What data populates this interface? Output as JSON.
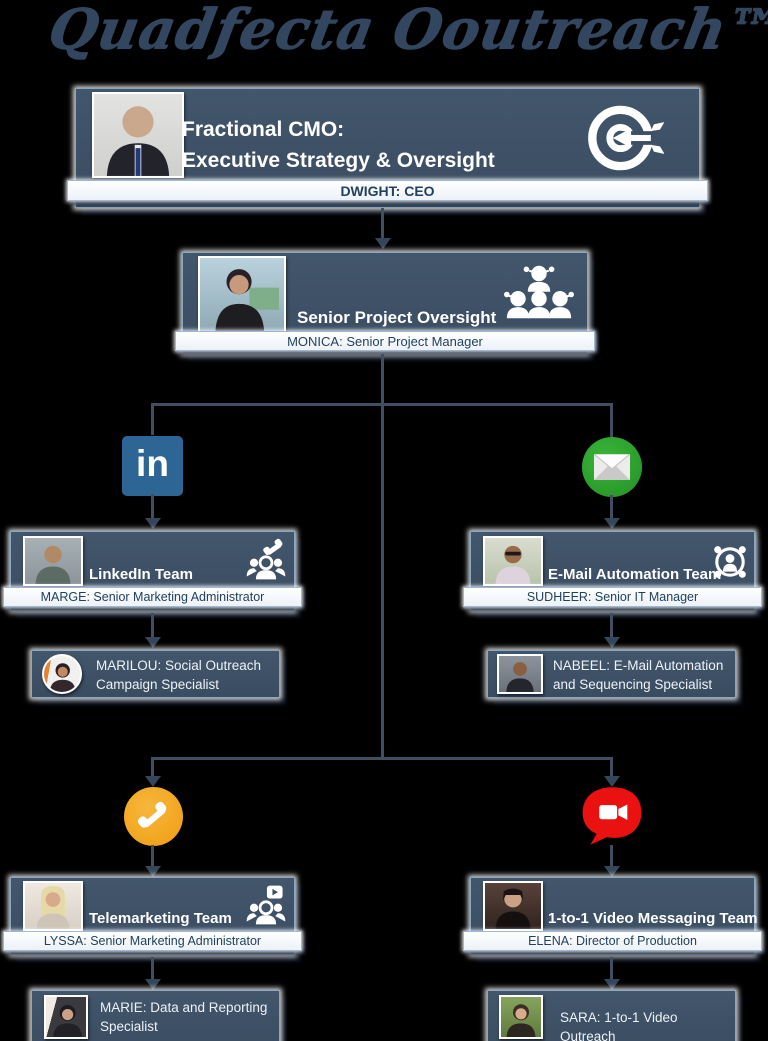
{
  "title": {
    "text": "Quadfecta Ooutreach™ Team"
  },
  "colors": {
    "card_blue": "#3c4f63",
    "linkedin_blue": "#2d6695",
    "email_green": "#2ca42c",
    "phone_orange": "#f3a61e",
    "video_red": "#e81414",
    "connector": "#3f4f61",
    "title_ink": "#32475f"
  },
  "ceo": {
    "role_line1": "Fractional CMO:",
    "role_line2": "Executive Strategy & Oversight",
    "name": "DWIGHT: CEO",
    "icon": "target-arrow-icon"
  },
  "manager": {
    "role": "Senior Project Oversight",
    "name": "MONICA: Senior Project Manager",
    "icon": "team-group-icon"
  },
  "teams": [
    {
      "label": "LinkedIn Team",
      "name": "MARGE: Senior Marketing Administrator",
      "channel_icon": "linkedin-icon",
      "linkedin_glyph": "in",
      "card_icon": "people-phone-icon",
      "specialist": "MARILOU: Social Outreach Campaign Specialist"
    },
    {
      "label": "E-Mail Automation Team",
      "name": "SUDHEER: Senior IT Manager",
      "channel_icon": "email-icon",
      "card_icon": "person-network-icon",
      "specialist": "NABEEL: E-Mail Automation and Sequencing Specialist"
    },
    {
      "label": "Telemarketing Team",
      "name": "LYSSA: Senior Marketing Administrator",
      "channel_icon": "phone-icon",
      "card_icon": "people-video-icon",
      "specialist": "MARIE: Data and Reporting Specialist"
    },
    {
      "label": "1-to-1 Video Messaging Team",
      "name": "ELENA: Director of Production",
      "channel_icon": "video-chat-icon",
      "card_icon": "",
      "specialist": "SARA: 1-to-1 Video Outreach"
    }
  ]
}
